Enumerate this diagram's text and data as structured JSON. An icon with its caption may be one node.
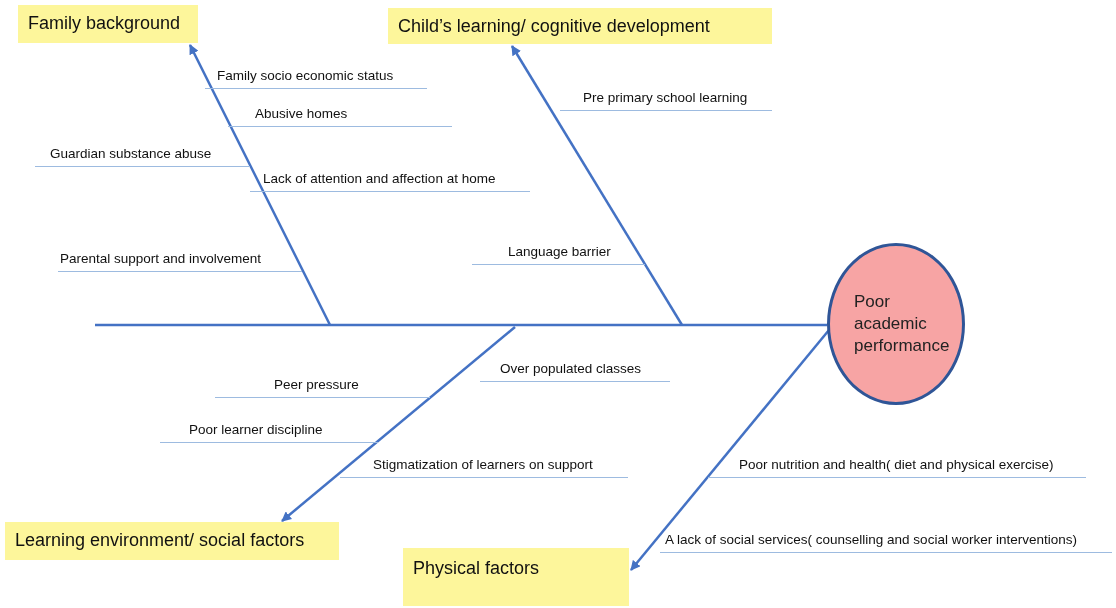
{
  "diagram": {
    "nodes": [
      {
        "text": [
          "Family background"
        ]
      },
      {
        "text": [
          "Child’s learning/ cognitive development"
        ]
      },
      {
        "text": [
          "Poor academic performance"
        ]
      },
      {
        "text": [
          "Learning environment/ social factors"
        ]
      },
      {
        "text": [
          "Physical factors"
        ]
      }
    ],
    "edges": [
      {
        "from": null,
        "to": 0,
        "arrow": "to"
      },
      {
        "from": null,
        "to": 1,
        "arrow": "to"
      },
      {
        "from": null,
        "to": 2,
        "arrow": "none"
      },
      {
        "from": null,
        "to": 3,
        "arrow": "to"
      },
      {
        "from": 2,
        "to": 4,
        "arrow": "to"
      }
    ],
    "labels": [
      "Family socio economic status",
      "Pre primary school learning",
      "Abusive homes",
      "Guardian substance abuse",
      "Lack of attention and affection at home",
      "Language barrier",
      "Parental support and involvement",
      "Over populated classes",
      "Peer pressure",
      "Poor learner discipline",
      "Stigmatization of learners on support",
      "Poor nutrition and health( diet and physical exercise)",
      "A lack of social services( counselling and social worker interventions)"
    ]
  }
}
